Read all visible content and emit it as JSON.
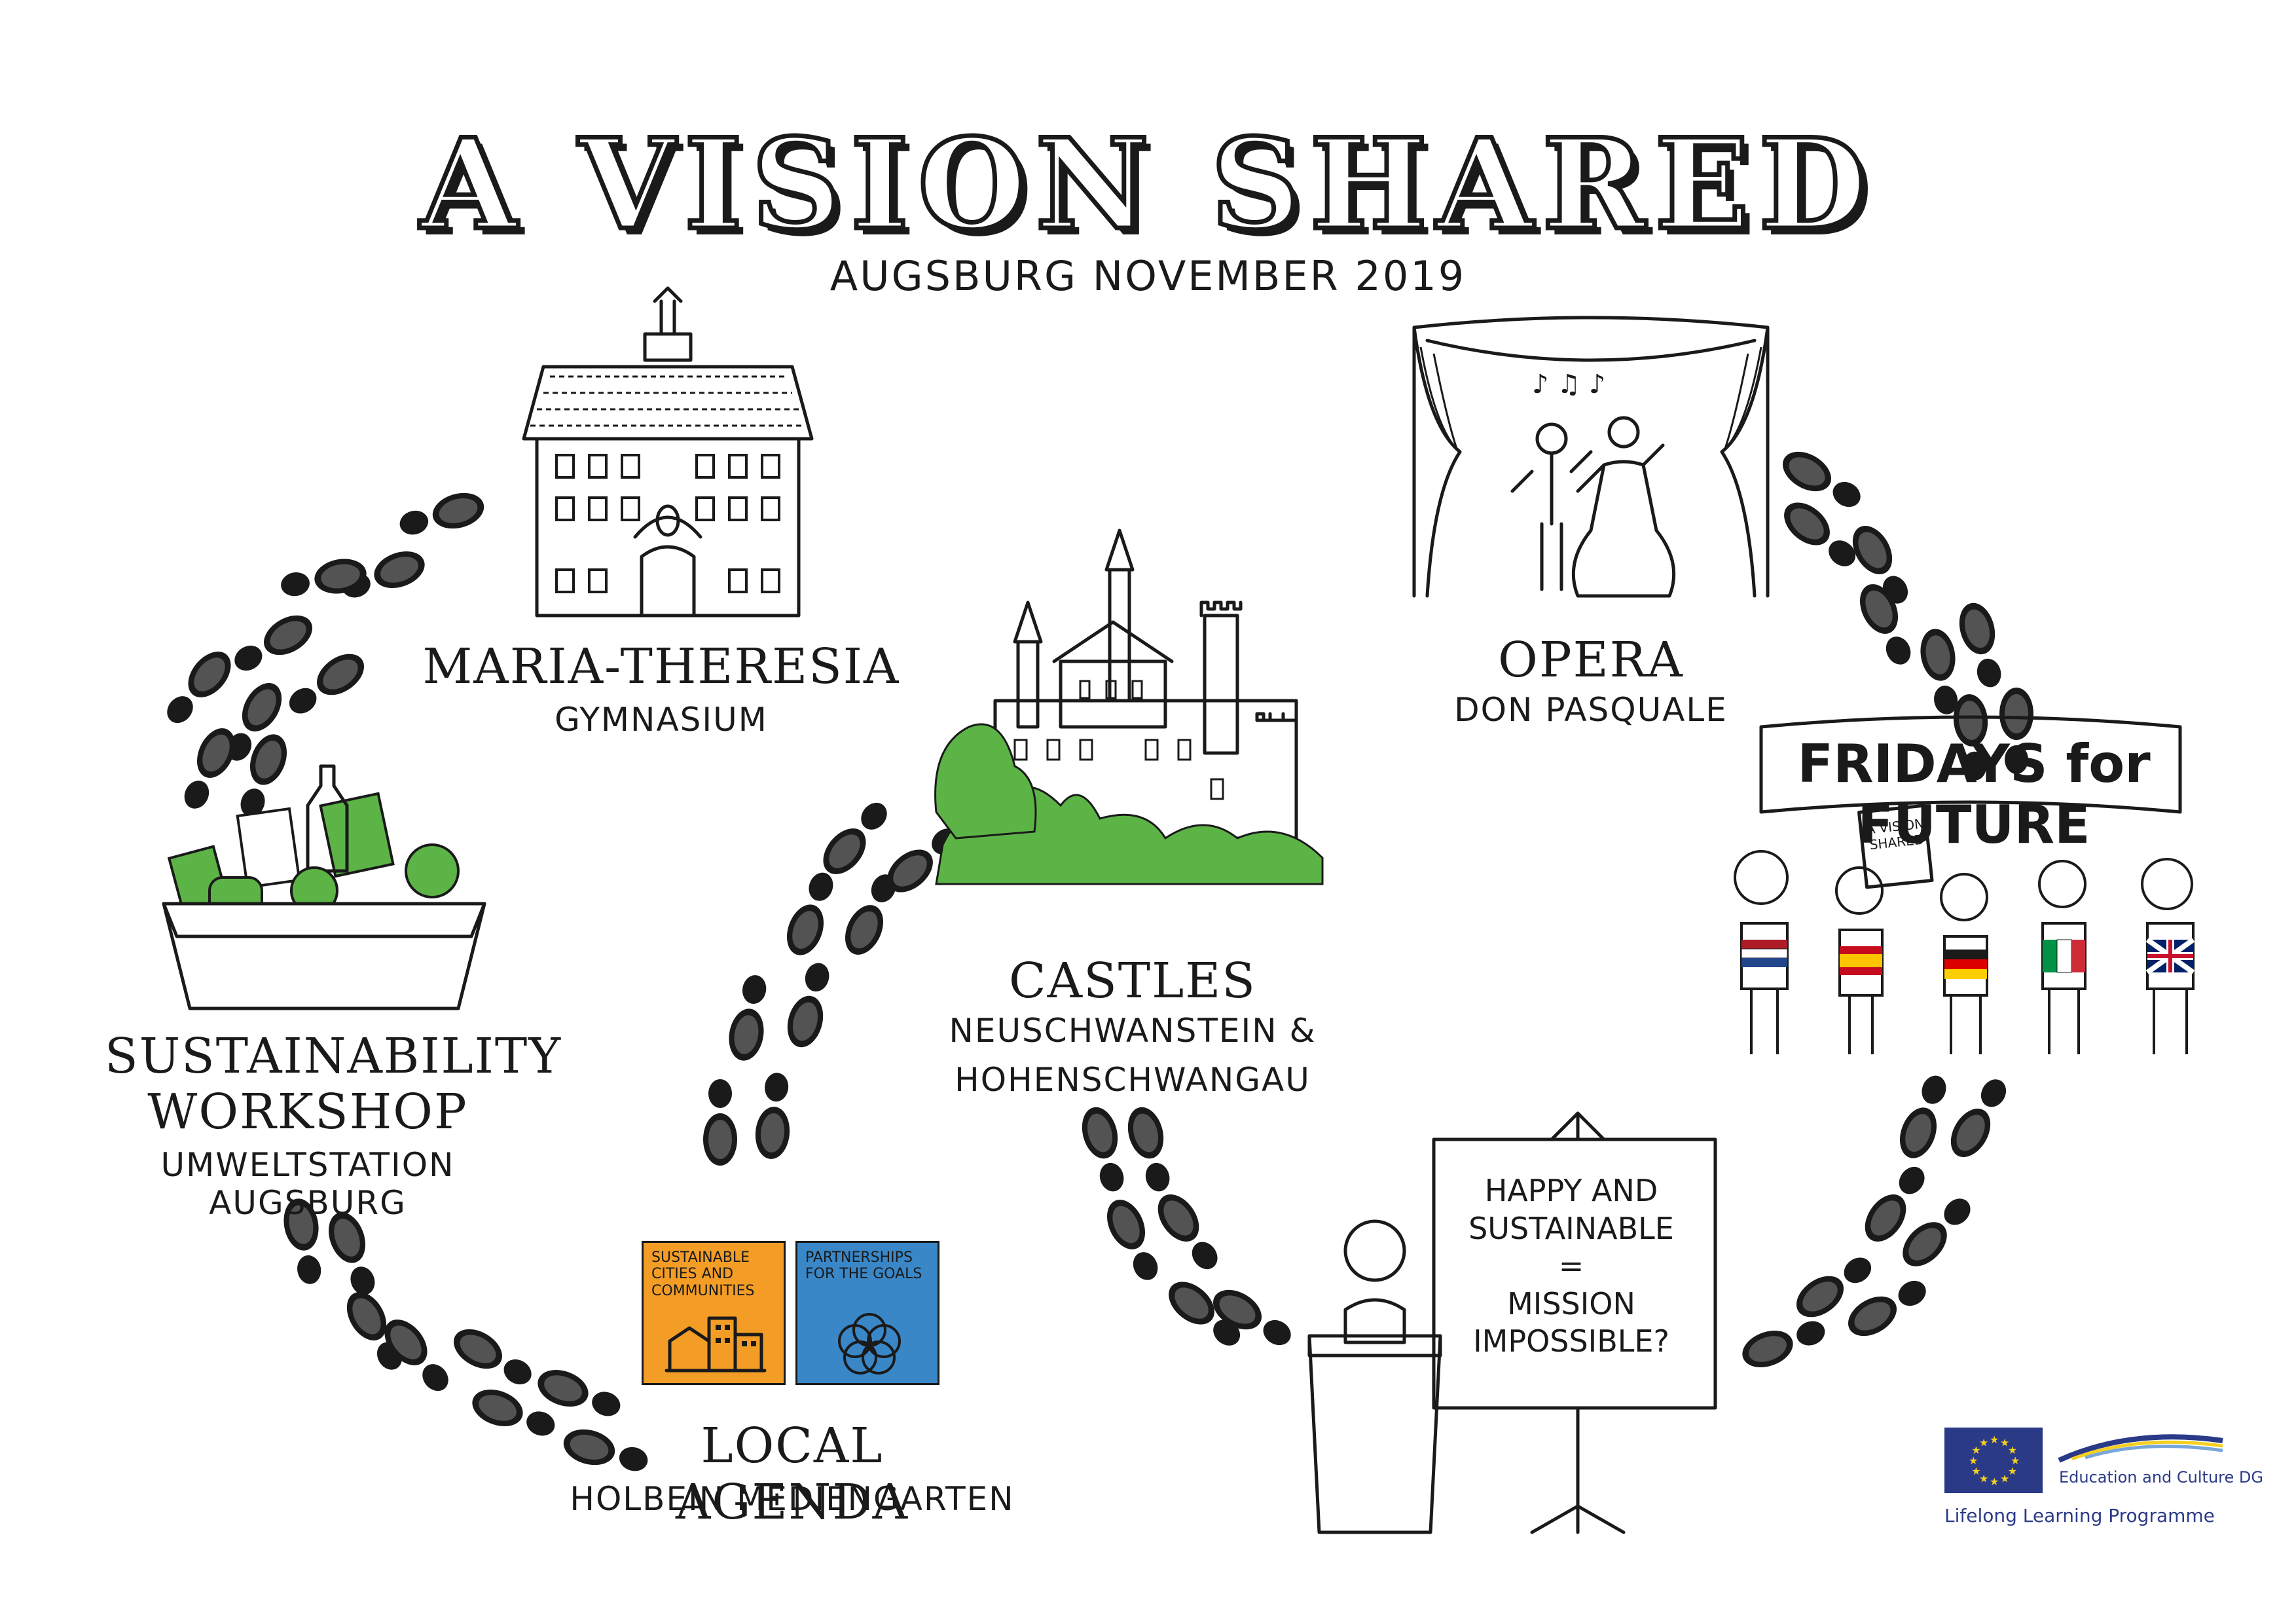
{
  "header": {
    "title": "A VISION SHARED",
    "subtitle": "AUGSBURG NOVEMBER 2019"
  },
  "stations": {
    "gymnasium": {
      "name": "MARIA-THERESIA",
      "sub": "GYMNASIUM"
    },
    "castles": {
      "name": "CASTLES",
      "sub1": "NEUSCHWANSTEIN &",
      "sub2": "HOHENSCHWANGAU"
    },
    "opera": {
      "name": "OPERA",
      "sub": "DON PASQUALE"
    },
    "sustainability": {
      "name1": "SUSTAINABILITY",
      "name2": "WORKSHOP",
      "sub": "UMWELTSTATION AUGSBURG"
    },
    "agenda": {
      "name": "LOCAL AGENDA",
      "sub": "HOLBEIN MEDIENGARTEN"
    }
  },
  "sdg": {
    "goal11": {
      "label": "SUSTAINABLE CITIES AND COMMUNITIES",
      "color": "#f39d26"
    },
    "goal17": {
      "label": "PARTNERSHIPS FOR THE GOALS",
      "color": "#3a87c8"
    }
  },
  "banner": {
    "text": "FRIDAYS for FUTURE",
    "sign": "A VISION SHARED"
  },
  "board": {
    "line1": "HAPPY AND",
    "line2": "SUSTAINABLE",
    "line3": "=",
    "line4": "MISSION",
    "line5": "IMPOSSIBLE?"
  },
  "logos": {
    "eu_dg": "Education and Culture DG",
    "programme": "Lifelong Learning Programme"
  },
  "colors": {
    "ink": "#1a1a1a",
    "green": "#5cb446",
    "eu_blue": "#2b3a87",
    "eu_gold": "#f5d020"
  }
}
